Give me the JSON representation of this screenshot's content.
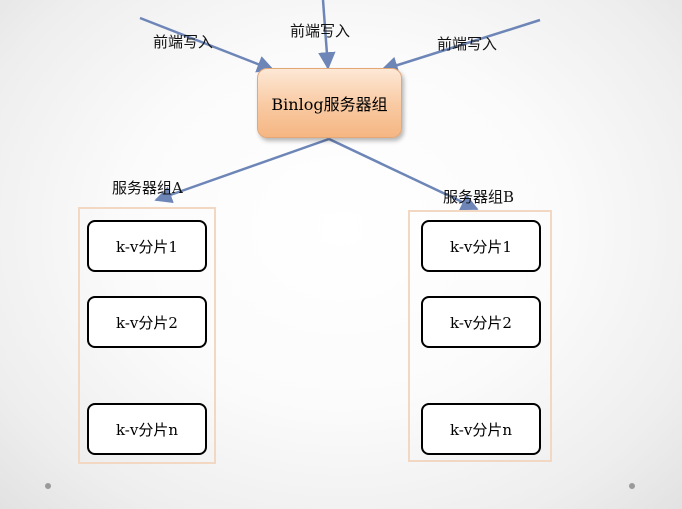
{
  "diagram": {
    "writer_labels": [
      "前端写入",
      "前端写入",
      "前端写入"
    ],
    "binlog_node": "Binlog服务器组",
    "group_a": {
      "title": "服务器组A",
      "shards": [
        "k-v分片1",
        "k-v分片2",
        "k-v分片n"
      ]
    },
    "group_b": {
      "title": "服务器组B",
      "shards": [
        "k-v分片1",
        "k-v分片2",
        "k-v分片n"
      ]
    }
  },
  "colors": {
    "arrow": "#6d86b7",
    "binlog_fill": "#f9c9a1",
    "binlog_border": "#e2a878",
    "group_border": "#f2d7c2",
    "shard_border": "#000000"
  }
}
